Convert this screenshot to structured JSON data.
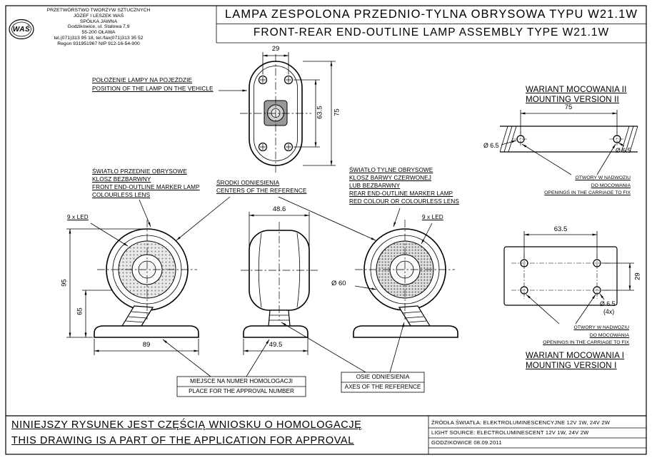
{
  "company": {
    "logo": "WAŚ",
    "line1": "PRZETWÓRSTWO TWORZYW SZTUCZNYCH",
    "line2": "JÓZEF I LESZEK WAŚ",
    "line3": "SPÓŁKA JAWNA",
    "line4": "Godzikowice, ul. Stalowa 7,9",
    "line5": "55-200  OŁAWA",
    "line6": "tel.(071)313 95 18, tel./fax(071)313 35 52",
    "line7": "Regon 931951967 NIP 912-16-54-900"
  },
  "title": {
    "polish": "LAMPA ZESPOLONA PRZEDNIO-TYLNA OBRYSOWA TYPU W21.1W",
    "english": "FRONT-REAR END-OUTLINE LAMP ASSEMBLY TYPE W21.1W"
  },
  "labels": {
    "position_pl": "POŁOŻENIE LAMPY NA POJEŹDZIE",
    "position_en": "POSITION OF THE LAMP ON THE VEHICLE",
    "front_lamp_l1": "ŚWIATŁO PRZEDNIE OBRYSOWE",
    "front_lamp_l2": "KLOSZ BEZBARWNY",
    "front_lamp_l3": "FRONT END-OUTLINE MARKER LAMP",
    "front_lamp_l4": "COLOURLESS LENS",
    "centers_pl": "ŚRODKI ODNIESIENIA",
    "centers_en": "CENTERS OF THE REFERENCE",
    "rear_lamp_l1": "ŚWIATŁO TYLNE OBRYSOWE",
    "rear_lamp_l2": "KLOSZ BARWY CZERWONEJ",
    "rear_lamp_l3": "LUB BEZBARWNY",
    "rear_lamp_l4": "REAR END-OUTLINE MARKER LAMP",
    "rear_lamp_l5": "RED COLOUR OR COLOURLESS LENS",
    "led_front": "9 x LED",
    "led_rear": "9 x LED",
    "approval_pl": "MIEJSCE NA NUMER HOMOLOGACJI",
    "approval_en": "PLACE FOR THE APPROVAL NUMBER",
    "axes_pl": "OSIE ODNIESIENIA",
    "axes_en": "AXES OF THE REFERENCE",
    "mount2_pl": "WARIANT MOCOWANIA II",
    "mount2_en": "MOUNTING VERSION II",
    "mount1_pl": "WARIANT MOCOWANIA I",
    "mount1_en": "MOUNTING VERSION I",
    "openings_l1": "OTWORY W NADWOZIU",
    "openings_l2": "DO MOCOWANIA",
    "openings_l3": "OPENINGS IN THE CARRIAGE TO FIX"
  },
  "dimensions": {
    "top_hole_spacing_x": "29",
    "top_hole_spacing_y": "63.5",
    "top_overall": "75",
    "front_height": "95",
    "front_lower": "65",
    "front_base_width": "89",
    "side_top_width": "48.6",
    "side_base_width": "49.5",
    "lens_diameter": "Ø 60",
    "m2_hole_spacing": "75",
    "m2_hole_dia_left": "Ø 6.5",
    "m2_hole_dia_right": "Ø 6.5",
    "m1_hole_spacing_x": "63.5",
    "m1_hole_spacing_y": "29",
    "m1_hole_dia": "Ø 6.5",
    "m1_hole_count": "(4x)"
  },
  "footer": {
    "note_pl": "NINIEJSZY RYSUNEK JEST CZĘŚCIĄ WNIOSKU O  HOMOLOGACJĘ",
    "note_en": "THIS DRAWING IS A PART OF THE APPLICATION FOR  APPROVAL",
    "light_source_pl": "ŹRÓDŁA ŚWIATŁA: ELEKTROLUMINESCENCYJNE  12V  1W, 24V  2W",
    "light_source_en": "LIGHT SOURCE: ELECTROLUMINESCENT  12V  1W, 24V  2W",
    "place_date": "GODZIKOWICE 08.09.2011"
  }
}
